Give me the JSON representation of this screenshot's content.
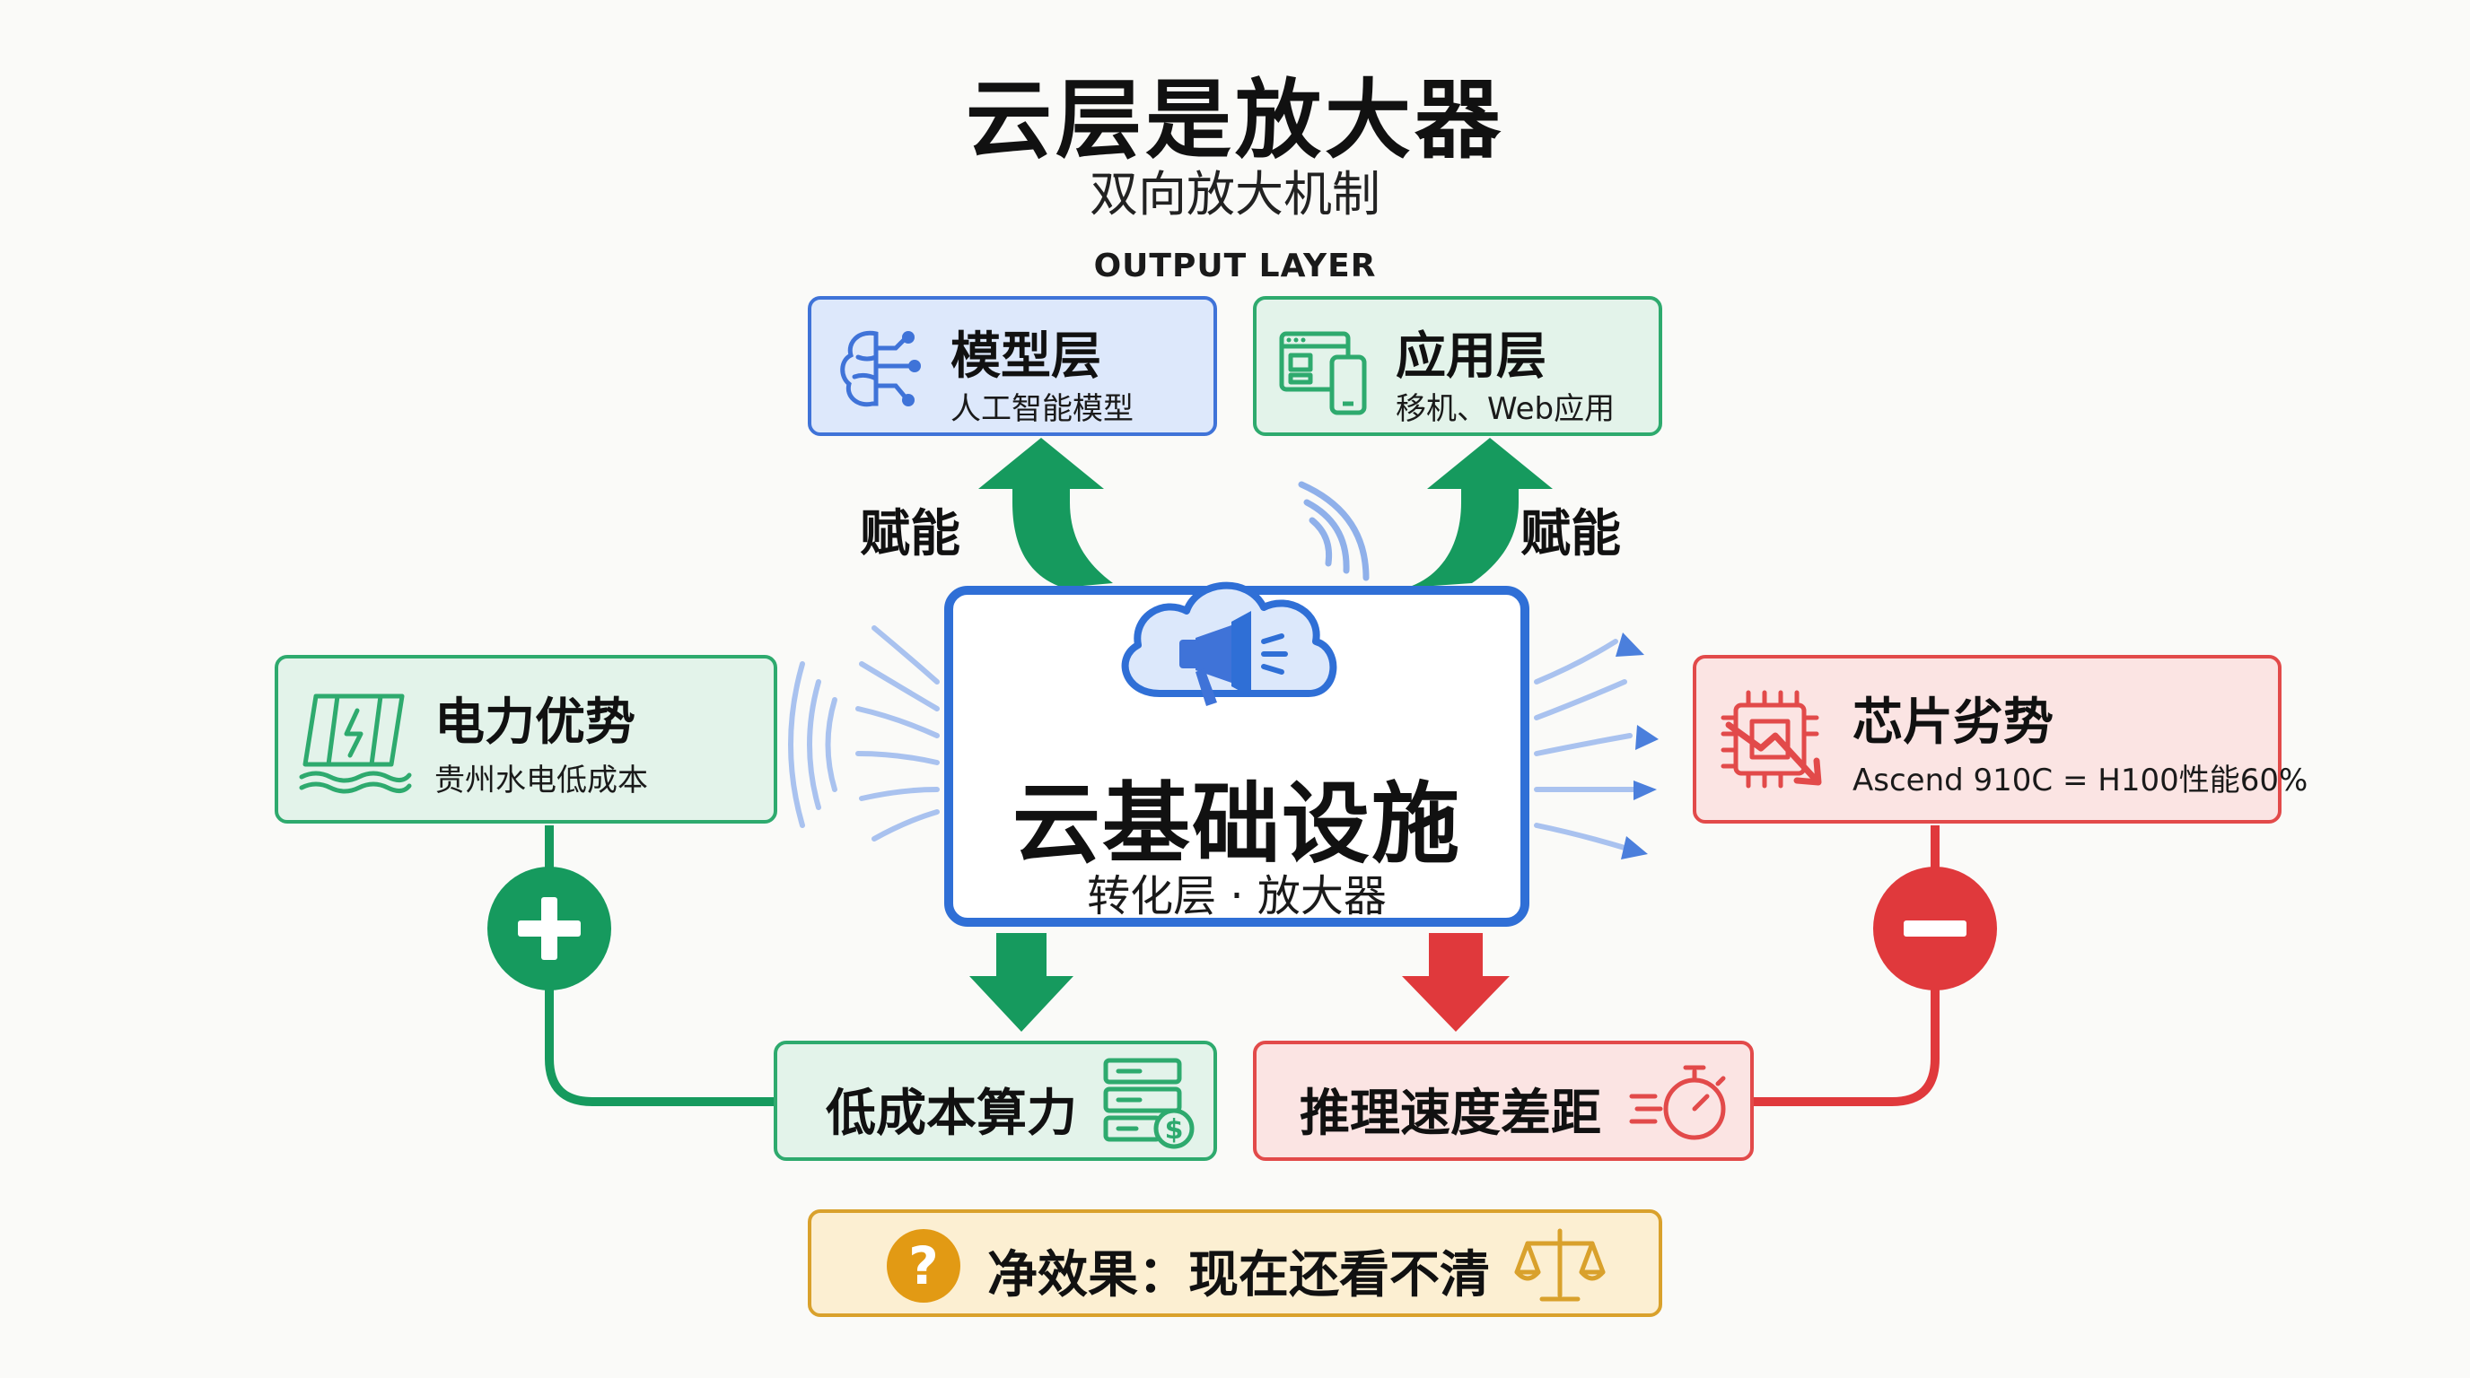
{
  "title": "云层是放大器",
  "subtitle": "双向放大机制",
  "layer_label": "OUTPUT LAYER",
  "model_layer": {
    "title": "模型层",
    "subtitle": "人工智能模型",
    "icon": "brain-circuit-icon"
  },
  "app_layer": {
    "title": "应用层",
    "subtitle": "移机、Web应用",
    "icon": "browser-mobile-icon"
  },
  "empower_left": "赋能",
  "empower_right": "赋能",
  "center": {
    "title": "云基础设施",
    "subtitle": "转化层 · 放大器",
    "icon": "cloud-megaphone-icon"
  },
  "power_advantage": {
    "title": "电力优势",
    "subtitle": "贵州水电低成本",
    "icon": "solar-panel-icon"
  },
  "chip_disadvantage": {
    "title": "芯片劣势",
    "subtitle": "Ascend 910C = H100性能60%",
    "icon": "chip-down-icon"
  },
  "low_cost_compute": {
    "title": "低成本算力",
    "icon": "server-dollar-icon"
  },
  "inference_gap": {
    "title": "推理速度差距",
    "icon": "stopwatch-icon"
  },
  "net_effect": {
    "title": "净效果：现在还看不清",
    "icon": "balance-scale-icon",
    "badge": "?"
  },
  "colors": {
    "green": "#169a5e",
    "red": "#e0393c",
    "blue": "#2f6fd6",
    "gold": "#d9a12c"
  }
}
